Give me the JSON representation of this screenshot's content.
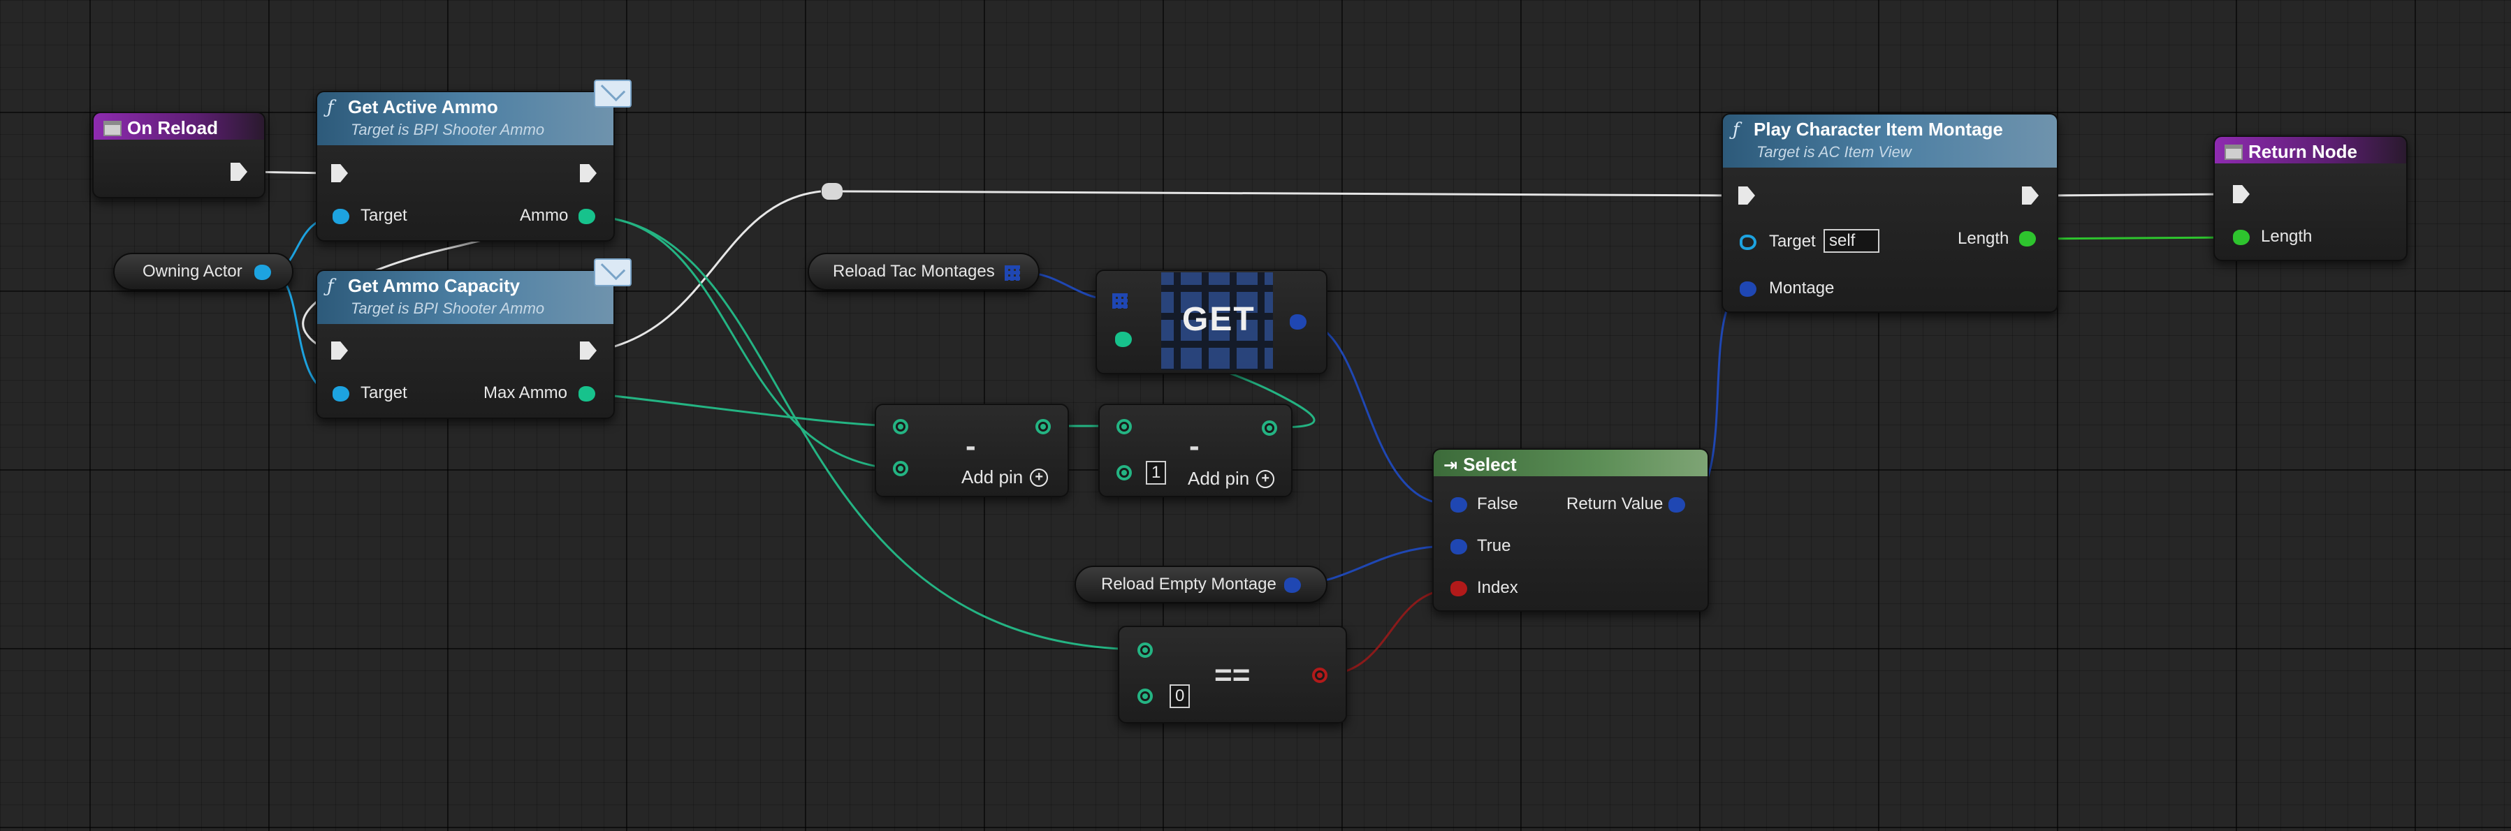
{
  "nodes": {
    "on_reload": {
      "title": "On Reload"
    },
    "get_active_ammo": {
      "title": "Get Active Ammo",
      "subtitle": "Target is BPI Shooter Ammo",
      "pin_target": "Target",
      "pin_ammo": "Ammo"
    },
    "get_ammo_capacity": {
      "title": "Get Ammo Capacity",
      "subtitle": "Target is BPI Shooter Ammo",
      "pin_target": "Target",
      "pin_max_ammo": "Max Ammo"
    },
    "owning_actor": {
      "label": "Owning Actor"
    },
    "reload_tac_montages": {
      "label": "Reload Tac Montages"
    },
    "get_array": {
      "label": "GET"
    },
    "subtract_1": {
      "op": "-",
      "add_pin": "Add pin"
    },
    "subtract_2": {
      "op": "-",
      "add_pin": "Add pin",
      "value": "1"
    },
    "reload_empty_montage": {
      "label": "Reload Empty Montage"
    },
    "equals": {
      "op": "==",
      "value": "0"
    },
    "select": {
      "title": "Select",
      "pin_false": "False",
      "pin_true": "True",
      "pin_index": "Index",
      "pin_return": "Return Value"
    },
    "play_montage": {
      "title": "Play Character Item Montage",
      "subtitle": "Target is AC Item View",
      "pin_target": "Target",
      "target_value": "self",
      "pin_montage": "Montage",
      "pin_length": "Length"
    },
    "return_node": {
      "title": "Return Node",
      "pin_length": "Length"
    }
  },
  "icons": {
    "function": "f",
    "event": "event-node-icon",
    "select": "select-node-icon",
    "message": "interface-message-icon"
  },
  "colors": {
    "exec_wire": "#e8e8e8",
    "int_wire": "#24b483",
    "object_wire": "#1da3e0",
    "montage_wire": "#1f47b3",
    "float_wire": "#2ec42e",
    "bool_wire": "#8a1a1a"
  }
}
